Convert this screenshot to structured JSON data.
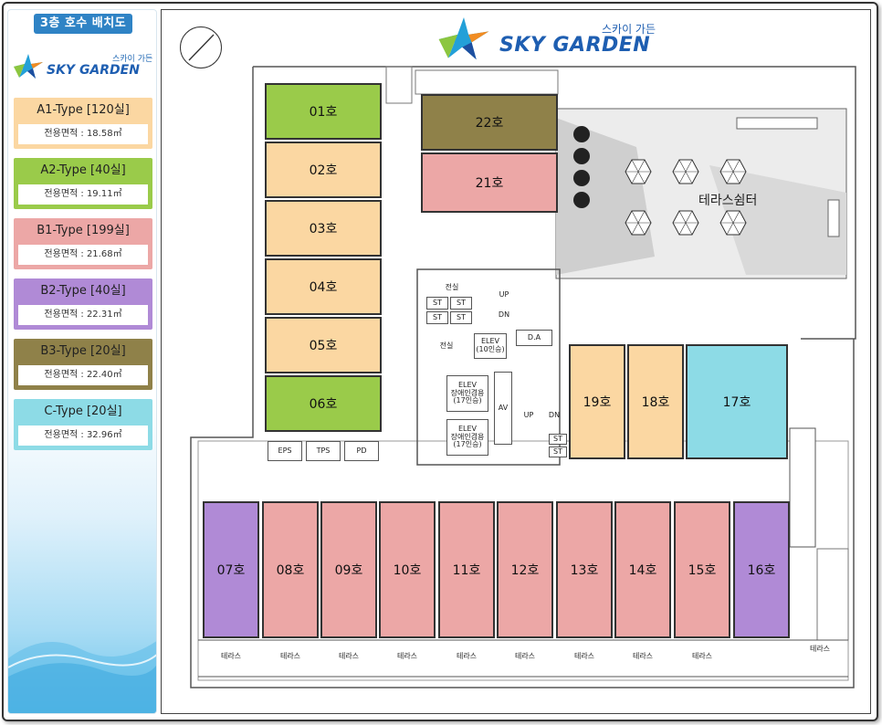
{
  "panel": {
    "title": "3층 호수 배치도",
    "logo_kr": "스카이 가든",
    "logo_en": "SKY GARDEN"
  },
  "types": [
    {
      "name": "A1-Type [120실]",
      "area": "전용면적 : 18.58㎡",
      "color": "#fbd7a2"
    },
    {
      "name": "A2-Type [40실]",
      "area": "전용면적 : 19.11㎡",
      "color": "#9acb4a"
    },
    {
      "name": "B1-Type [199실]",
      "area": "전용면적 : 21.68㎡",
      "color": "#eca7a6"
    },
    {
      "name": "B2-Type [40실]",
      "area": "전용면적 : 22.31㎡",
      "color": "#b08ad6"
    },
    {
      "name": "B3-Type [20실]",
      "area": "전용면적 : 22.40㎡",
      "color": "#8f8149"
    },
    {
      "name": "C-Type [20실]",
      "area": "전용면적 : 32.96㎡",
      "color": "#8ddbe6"
    }
  ],
  "plan": {
    "logo_kr": "스카이 가든",
    "logo_en": "SKY GARDEN",
    "terrace_shelter": "테라스쉼터",
    "units": {
      "u01": "01호",
      "u02": "02호",
      "u03": "03호",
      "u04": "04호",
      "u05": "05호",
      "u06": "06호",
      "u07": "07호",
      "u08": "08호",
      "u09": "09호",
      "u10": "10호",
      "u11": "11호",
      "u12": "12호",
      "u13": "13호",
      "u14": "14호",
      "u15": "15호",
      "u16": "16호",
      "u17": "17호",
      "u18": "18호",
      "u19": "19호",
      "u21": "21호",
      "u22": "22호"
    },
    "rooms": {
      "eps": "EPS",
      "tps": "TPS",
      "pd": "PD",
      "elec1": "전실",
      "elec2": "전실",
      "st1": "ST",
      "st2": "ST",
      "st3": "ST",
      "st4": "ST",
      "st5": "ST",
      "st6": "ST",
      "up1": "UP",
      "dn1": "DN",
      "up2": "UP",
      "dn2": "DN",
      "da": "D.A",
      "av": "AV",
      "elev1": "ELEV\n(10인승)",
      "elev2": "ELEV\n장애인겸용\n(17인승)",
      "elev3": "ELEV\n장애인겸용\n(17인승)"
    },
    "terrace_cells": [
      "테라스",
      "테라스",
      "테라스",
      "테라스",
      "테라스",
      "테라스",
      "테라스",
      "테라스",
      "테라스",
      "테라스"
    ]
  }
}
